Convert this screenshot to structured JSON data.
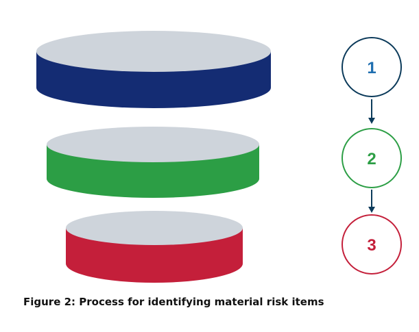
{
  "caption": "Figure 2: Process for identifying material risk items",
  "colors": {
    "disc_top": "#ced4db",
    "tier_1": "#142c73",
    "tier_2": "#2c9e45",
    "tier_3": "#c41f3a",
    "step_1": "#0b3a5a",
    "step_1_text": "#1f6fb0",
    "step_2": "#2c9e45",
    "step_3": "#c41f3a",
    "arrow": "#0b3a5a"
  },
  "steps": [
    {
      "label": "1"
    },
    {
      "label": "2"
    },
    {
      "label": "3"
    }
  ]
}
